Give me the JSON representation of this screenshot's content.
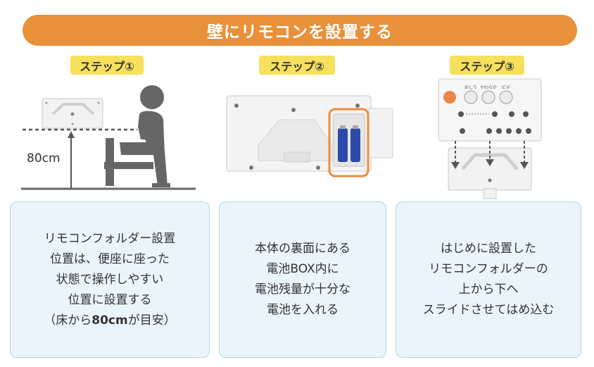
{
  "title": "壁にリモコンを設置する",
  "steps": [
    {
      "label": "ステップ①"
    },
    {
      "label": "ステップ②"
    },
    {
      "label": "ステップ③"
    }
  ],
  "step1_height_label": "80cm",
  "cards": {
    "card1": {
      "lines": [
        "リモコンフォルダー設置",
        "位置は、便座に座った",
        "状態で操作しやすい",
        "位置に設置する"
      ],
      "note_prefix": "（床から",
      "note_bold": "80cm",
      "note_suffix": "が目安）"
    },
    "card2": {
      "lines": [
        "本体の裏面にある",
        "電池BOX内に",
        "電池残量が十分な",
        "電池を入れる"
      ]
    },
    "card3": {
      "lines": [
        "はじめに設置した",
        "リモコンフォルダーの",
        "上から下へ",
        "スライドさせてはめ込む"
      ]
    }
  },
  "remote_buttons": [
    "おしり",
    "やわらか",
    "ビデ"
  ],
  "colors": {
    "banner": "#e8913a",
    "step_badge": "#f7e05c",
    "card_bg": "#eaf5fb",
    "card_border": "#b9d3e3",
    "highlight": "#f08a3c"
  }
}
